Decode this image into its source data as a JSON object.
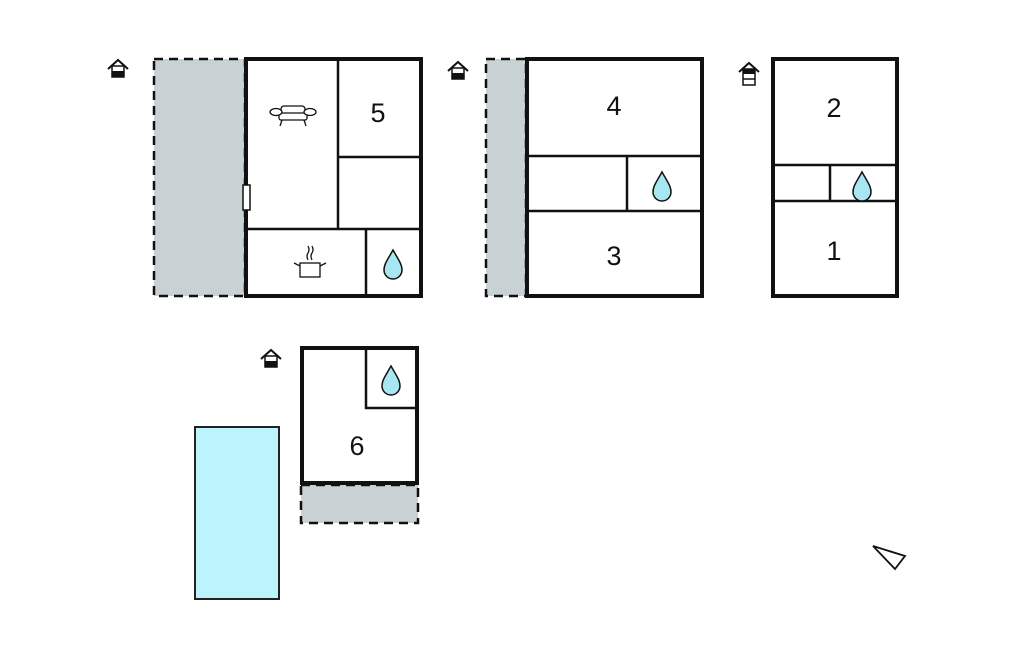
{
  "rooms": {
    "bedroom_1": "1",
    "bedroom_2": "2",
    "bedroom_3": "3",
    "bedroom_4": "4",
    "bedroom_5": "5",
    "bedroom_6": "6"
  },
  "icons": [
    "house-entrance-icon",
    "sofa-icon",
    "cooking-pot-icon",
    "water-drop-icon",
    "north-arrow-icon"
  ],
  "colors": {
    "terrace": "#c8d2d4",
    "pool": "#bdf4fb",
    "water": "#a8e6f2",
    "wall": "#111111"
  }
}
